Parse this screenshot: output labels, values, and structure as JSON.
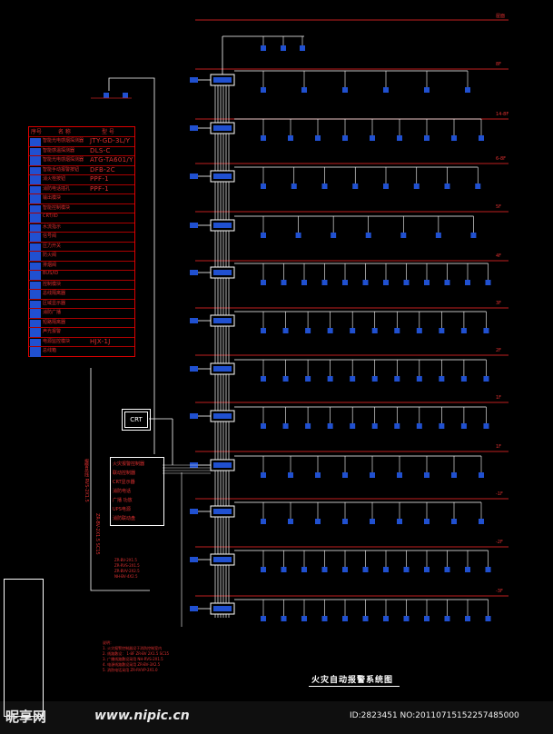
{
  "diagram": {
    "title": "火灾自动报警系统图",
    "crt_label": "CRT",
    "floors": [
      "屋面",
      "8F",
      "14-8F",
      "6-8F",
      "5F",
      "4F",
      "3F",
      "2F",
      "1F",
      "1F",
      "-1F",
      "-2F",
      "-3F"
    ],
    "legend": {
      "header_no": "序号",
      "header_name": "名 称",
      "header_model": "型 号",
      "rows": [
        {
          "name": "智能光电感烟探测器",
          "model": "JTY-GD-3L/Y"
        },
        {
          "name": "智能感温探测器",
          "model": "DLS-C"
        },
        {
          "name": "智能光电感烟探测器",
          "model": "ATG-TA601/Y"
        },
        {
          "name": "智能手动报警按钮",
          "model": "DFB-2C"
        },
        {
          "name": "消火栓按钮",
          "model": "PPF-1"
        },
        {
          "name": "消防电话插孔",
          "model": "PPF-1"
        },
        {
          "name": "输出模块",
          "model": ""
        },
        {
          "name": "智能控制模块",
          "model": ""
        },
        {
          "name": "CRT/ID",
          "model": ""
        },
        {
          "name": "水流指示",
          "model": ""
        },
        {
          "name": "信号阀",
          "model": ""
        },
        {
          "name": "压力开关",
          "model": ""
        },
        {
          "name": "防火阀",
          "model": ""
        },
        {
          "name": "排烟阀",
          "model": ""
        },
        {
          "name": "BUS/ID",
          "model": ""
        },
        {
          "name": "控制模块",
          "model": ""
        },
        {
          "name": "总线隔离器",
          "model": ""
        },
        {
          "name": "区域显示器",
          "model": ""
        },
        {
          "name": "消防广播",
          "model": ""
        },
        {
          "name": "短路隔离器",
          "model": ""
        },
        {
          "name": "声光报警",
          "model": ""
        },
        {
          "name": "电源监控模块",
          "model": "HJX-1J"
        },
        {
          "name": "总线箱",
          "model": ""
        }
      ]
    },
    "controller": {
      "lines": [
        "火灾报警控制器",
        "联动控制器",
        "CRT显示器",
        "消防电话",
        "广播 功放",
        "UPS电源",
        "消防联动盘"
      ]
    },
    "wire_labels": [
      "ZR-BV-2X1.5",
      "ZR-RVS-2X1.5",
      "ZR-BVV-2X2.5",
      "NH-BV-4X2.5"
    ],
    "notes_title": "说明：",
    "notes": [
      "1. 火灾报警控制器设于消防控制室内",
      "2. 线路敷设： 1-8F ZR-BV  2X1.5  SC15",
      "3. 广播线路敷设采用 NH-RVS-2X1.5",
      "4. 电源线路敷设采用 ZR-BV-3X2.5",
      "5. 消防电话采用 ZR-RVVP-2X1.0"
    ],
    "side_label": "报警总线 RVS-2X1.5",
    "side_label_2": "ZR-BV-2X1.5 SC15"
  },
  "watermark": {
    "logo": "昵享网",
    "url": "www.nipic.cn",
    "id": "ID:2823451 NO:20110715152257485000"
  }
}
